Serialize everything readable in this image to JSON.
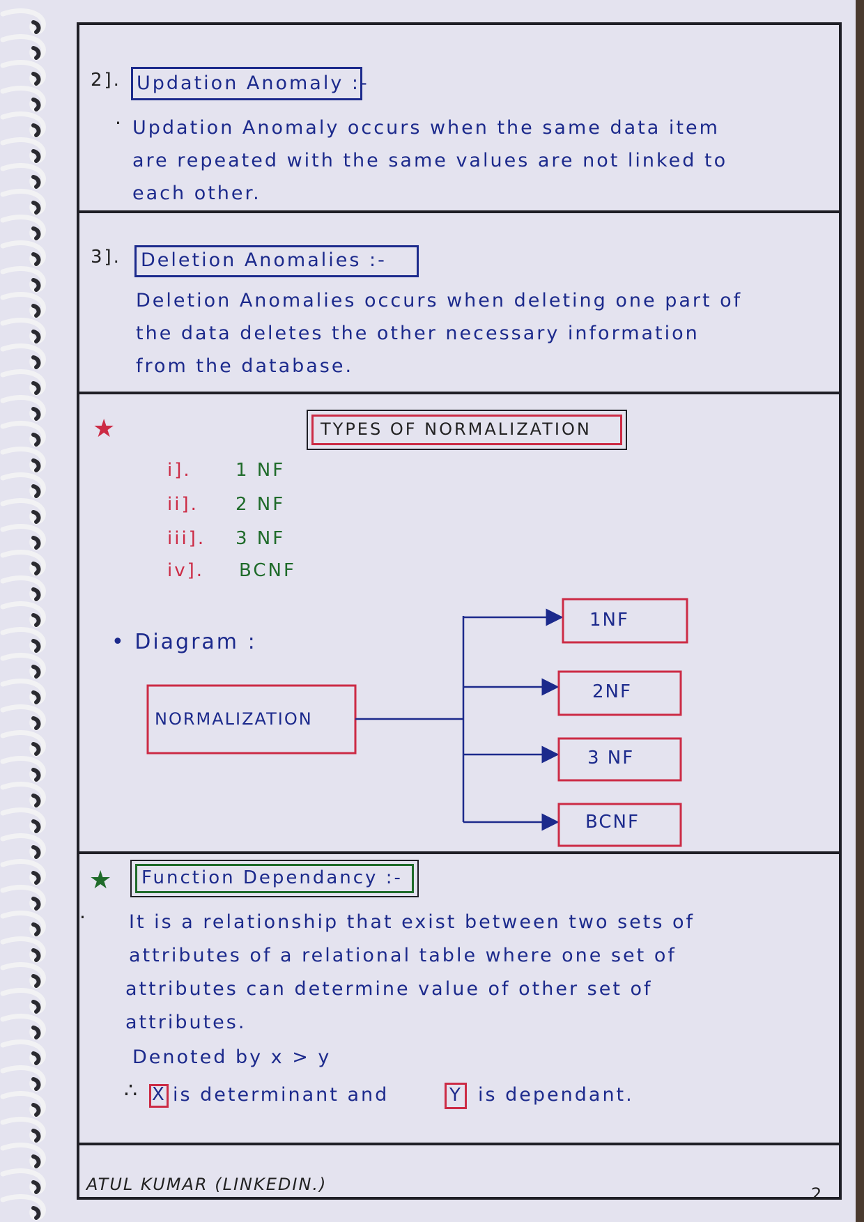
{
  "updation": {
    "number": "2].",
    "title": "Updation Anomaly :-",
    "bullet": "·",
    "lines": [
      "Updation Anomaly occurs when the same data item",
      "are repeated with the same values are not linked to",
      "each other."
    ]
  },
  "deletion": {
    "number": "3].",
    "title": "Deletion Anomalies :-",
    "lines": [
      "Deletion Anomalies occurs when deleting one part of",
      "the data deletes the other necessary information",
      "from the database."
    ]
  },
  "normalization": {
    "star": "★",
    "title": "TYPES OF NORMALIZATION",
    "list": [
      {
        "num": "i].",
        "item": "1 NF"
      },
      {
        "num": "ii].",
        "item": "2 NF"
      },
      {
        "num": "iii].",
        "item": "3 NF"
      },
      {
        "num": "iv].",
        "item": "BCNF"
      }
    ],
    "diagram_label": "• Diagram :",
    "diagram": {
      "root": "NORMALIZATION",
      "children": [
        "1NF",
        "2NF",
        "3 NF",
        "BCNF"
      ]
    }
  },
  "functional": {
    "star": "★",
    "title": "Function Dependancy :-",
    "bullet": "·",
    "lines": [
      "It is a relationship that exist between two sets of",
      "attributes of a relational table where one set of",
      "attributes can determine value of other set of",
      "attributes."
    ],
    "denoted": "Denoted by  x > y",
    "conclusion": {
      "therefore": "∴",
      "x": "X",
      "middle": "is  determinant and",
      "y": "Y",
      "end": "is dependant."
    }
  },
  "footer": {
    "author": "ATUL KUMAR (LINKEDIN.)",
    "page": "2."
  },
  "colors": {
    "ink_blue": "#1c2a8c",
    "ink_red": "#cc2b45",
    "ink_green": "#1f6b2a",
    "paper": "#e4e3ef"
  }
}
